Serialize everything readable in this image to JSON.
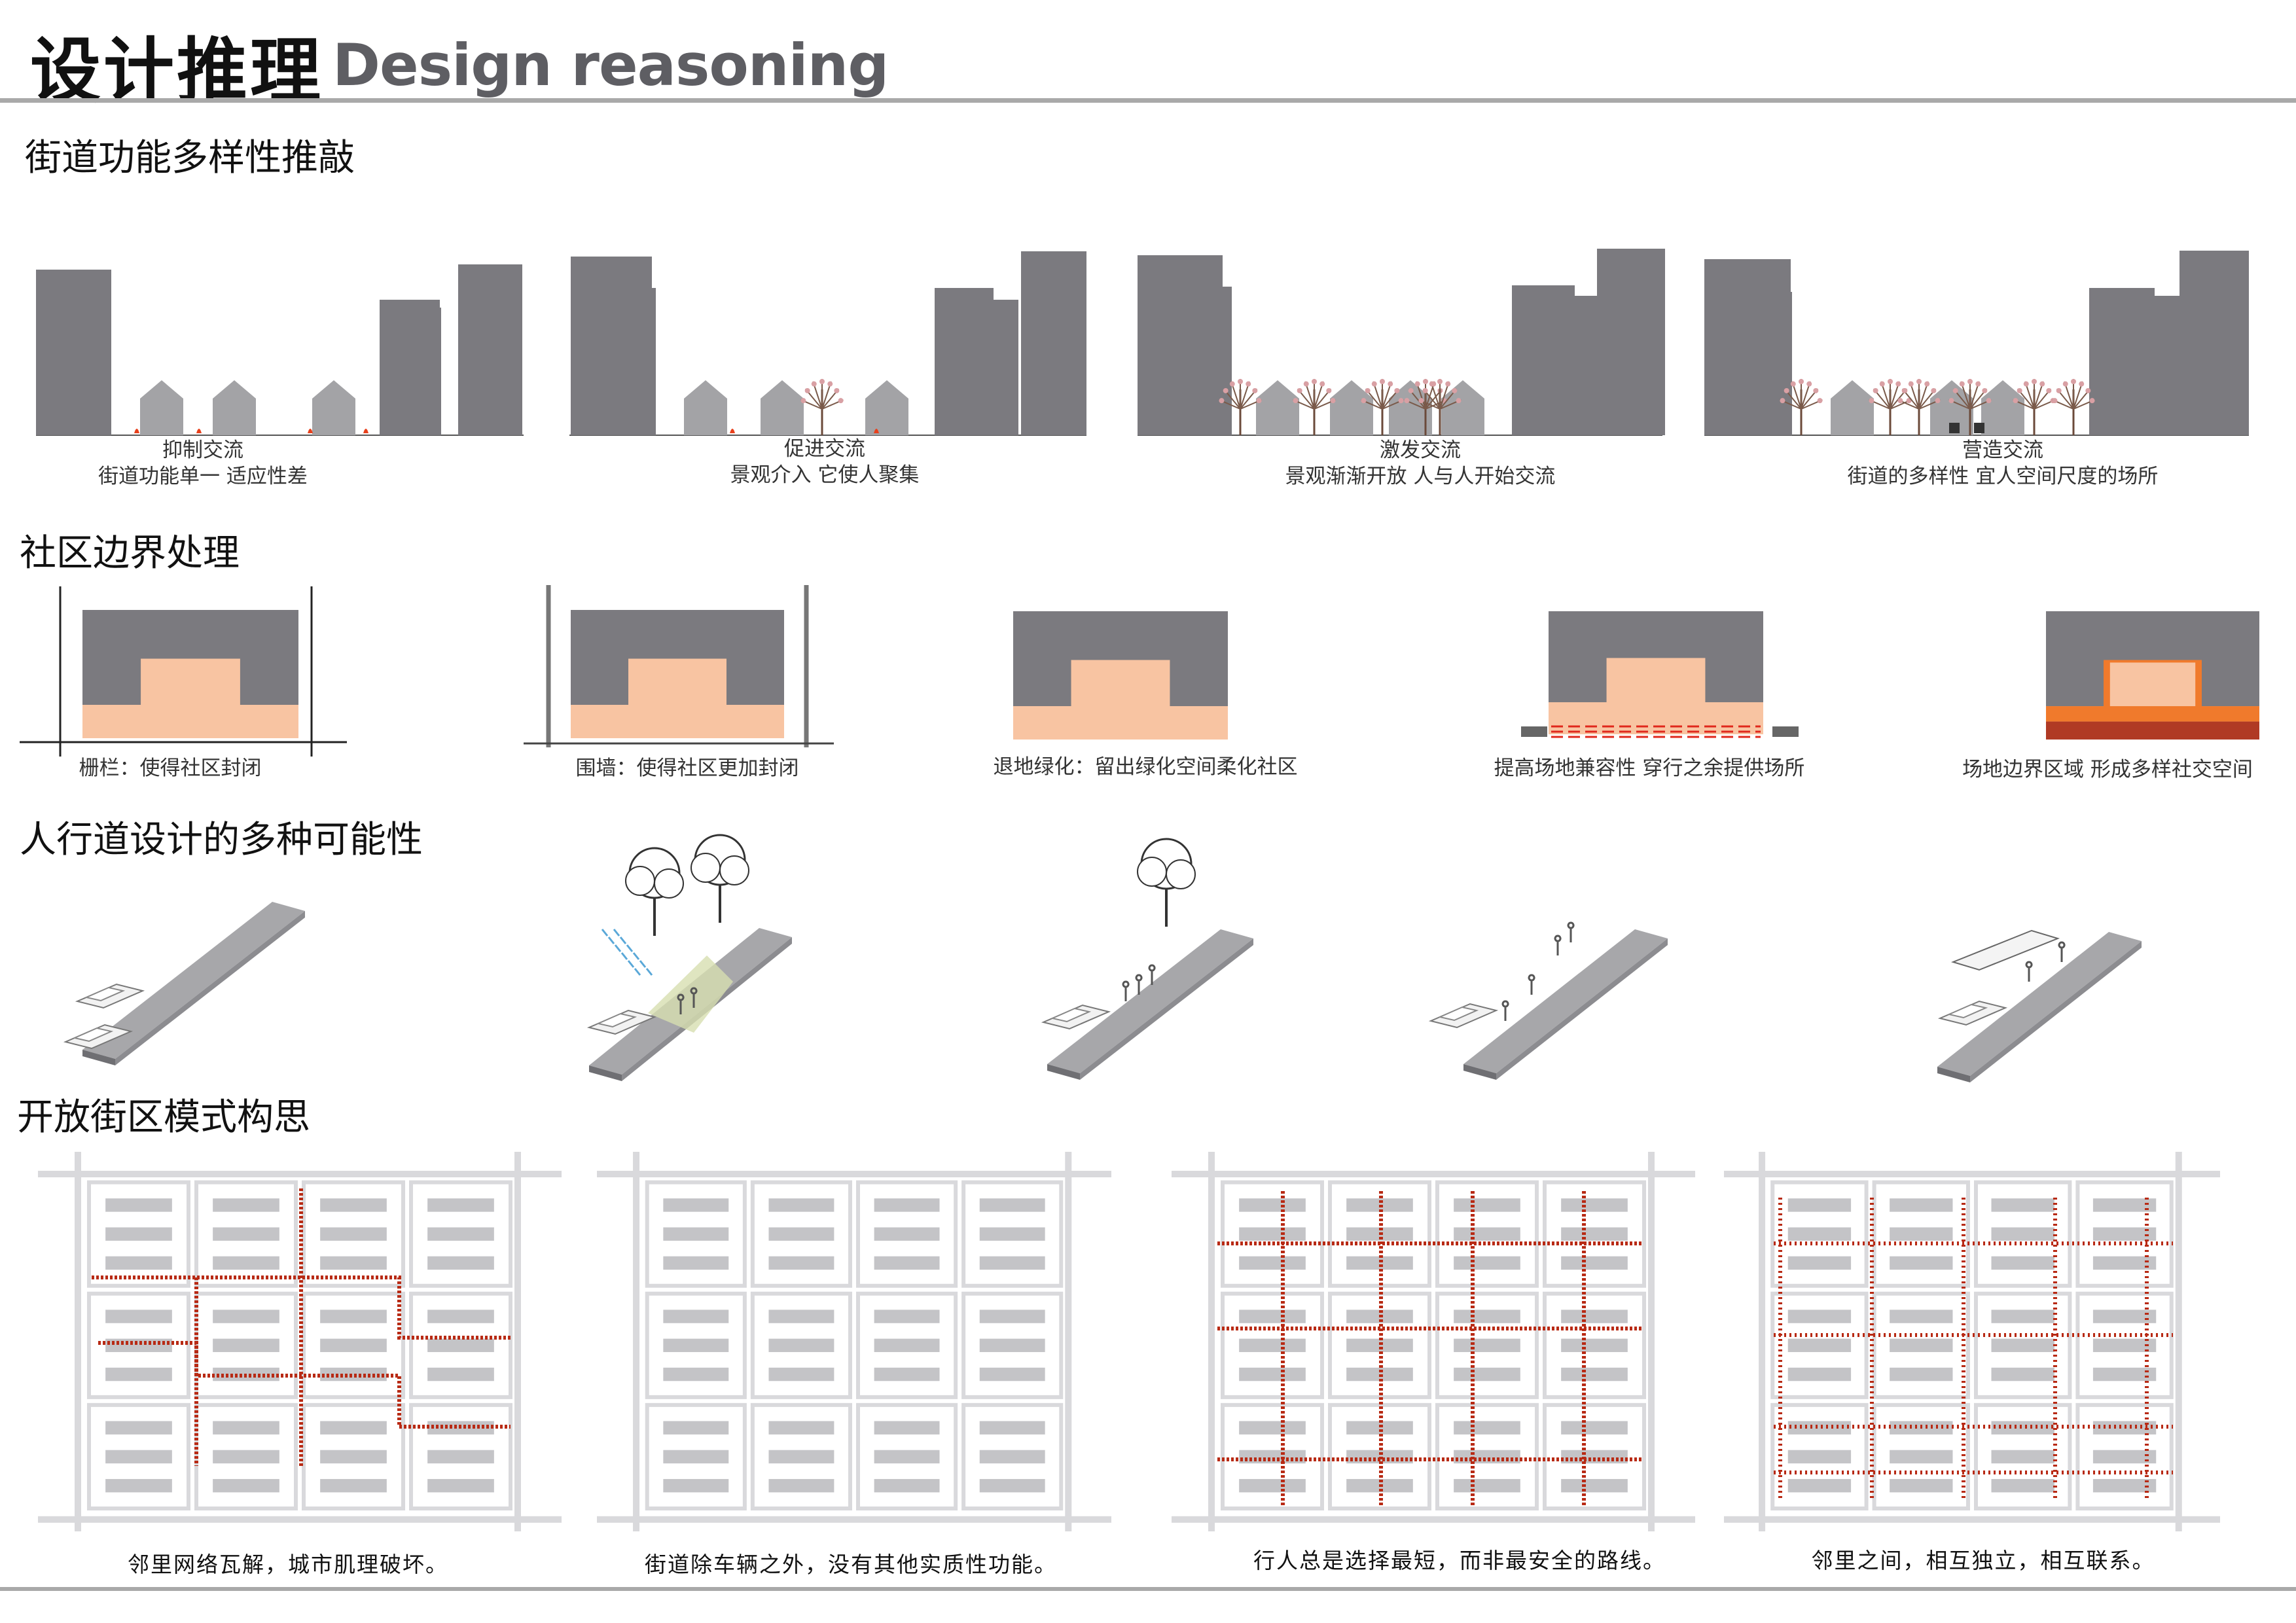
{
  "header": {
    "title_cn": "设计推理",
    "title_en": "Design reasoning"
  },
  "sections": {
    "street": {
      "title": "街道功能多样性推敲",
      "items": [
        {
          "line1": "抑制交流",
          "line2": "街道功能单一 适应性差"
        },
        {
          "line1": "促进交流",
          "line2": "景观介入 它使人聚集"
        },
        {
          "line1": "激发交流",
          "line2": "景观渐渐开放  人与人开始交流"
        },
        {
          "line1": "营造交流",
          "line2": "街道的多样性 宜人空间尺度的场所"
        }
      ]
    },
    "boundary": {
      "title": "社区边界处理",
      "items": [
        {
          "label": "栅栏：使得社区封闭"
        },
        {
          "label": "围墙：使得社区更加封闭"
        },
        {
          "label": "退地绿化：留出绿化空间柔化社区"
        },
        {
          "label": "提高场地兼容性   穿行之余提供场所"
        },
        {
          "label": "场地边界区域  形成多样社交空间"
        }
      ]
    },
    "sidewalk": {
      "title": "人行道设计的多种可能性"
    },
    "block": {
      "title": "开放街区模式构思",
      "items": [
        {
          "label": "邻里网络瓦解，城市肌理破坏。"
        },
        {
          "label": "街道除车辆之外，没有其他实质性功能。"
        },
        {
          "label": "行人总是选择最短，而非最安全的路线。"
        },
        {
          "label": "邻里之间，相互独立，相互联系。"
        }
      ]
    }
  },
  "colors": {
    "building": "#7b7a7f",
    "house": "#a3a3a6",
    "block": "#c4c4c7",
    "street": "#d9d9dc",
    "peach": "#f8c4a2",
    "orange": "#f07a2c",
    "brick": "#b03a24",
    "path_red": "#b82a14",
    "rule": "#a9a9a9"
  }
}
